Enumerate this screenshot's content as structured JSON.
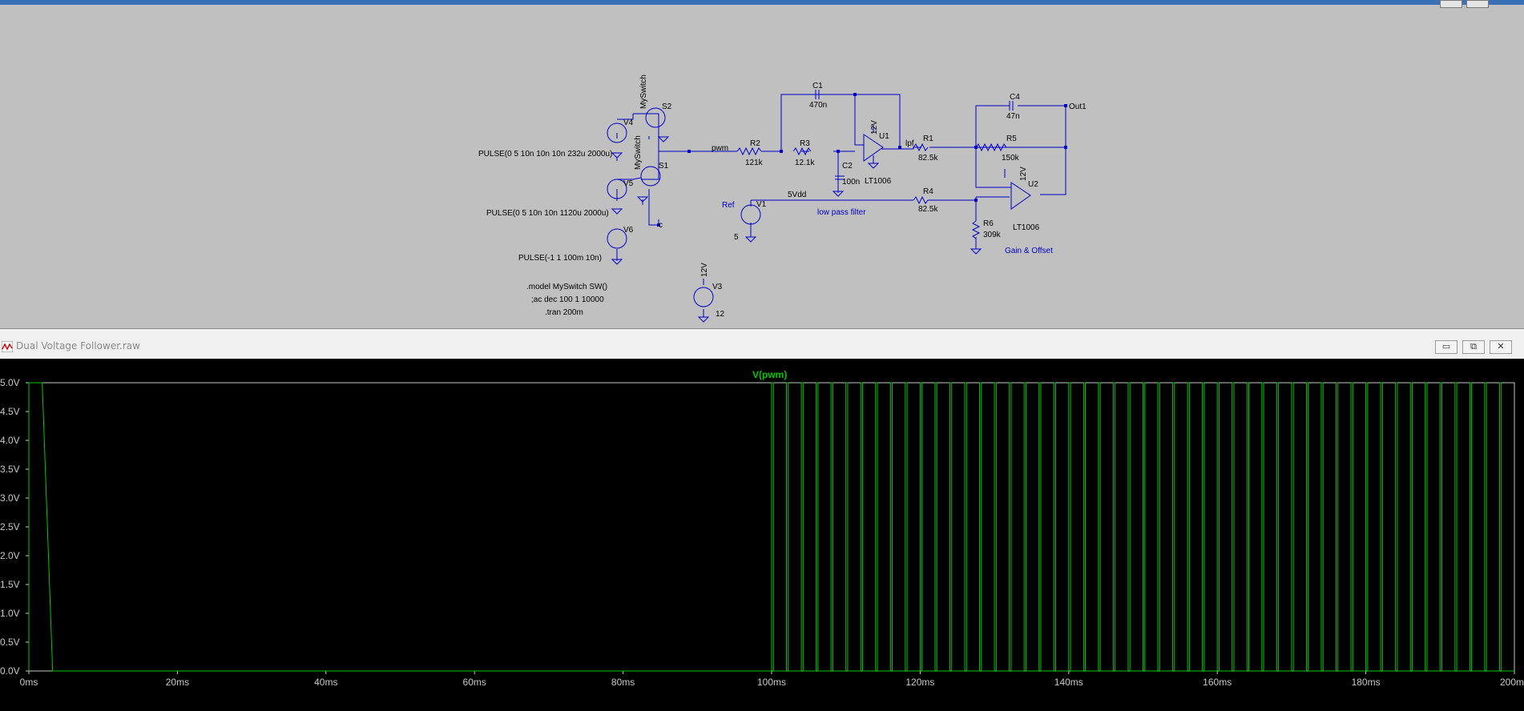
{
  "schematic": {
    "title_controls": [
      "minimize",
      "close"
    ],
    "labels": {
      "pulse_v4": "PULSE(0 5 10n 10n 10n 232u 2000u)",
      "pulse_v5": "PULSE(0 5 10n 10n 1120u 2000u)",
      "pulse_v6": "PULSE(-1 1 100m 10n)",
      "directive_model": ".model MySwitch SW()",
      "directive_ac": ";ac dec 100 1 10000",
      "directive_tran": ".tran 200m",
      "v4": "V4",
      "v5": "V5",
      "v6": "V6",
      "v1": "V1",
      "v3": "V3",
      "s1": "S1",
      "s2": "S2",
      "myswitch_top": "MySwitch",
      "myswitch_bottom": "MySwitch",
      "node_c": "c",
      "net_pwm": "pwm",
      "net_lpf": "lpf",
      "net_5vdd": "5Vdd",
      "r2": "R2",
      "r2_val": "121k",
      "r3": "R3",
      "r3_val": "12.1k",
      "r1": "R1",
      "r1_val": "82.5k",
      "r4": "R4",
      "r4_val": "82.5k",
      "r5": "R5",
      "r5_val": "150k",
      "r6": "R6",
      "r6_val": "309k",
      "c1": "C1",
      "c1_val": "470n",
      "c2": "C2",
      "c2_val": "100n",
      "c4": "C4",
      "c4_val": "47n",
      "u1": "U1",
      "u2": "U2",
      "lt1006_u1": "LT1006",
      "lt1006_u2": "LT1006",
      "rail_u1": "12V",
      "rail_u2": "12V",
      "rail_v3": "12V",
      "v1_val": "5",
      "v3_val": "12",
      "ref": "Ref",
      "low_pass_filter": "low pass filter",
      "gain_offset": "Gain & Offset",
      "out1": "Out1"
    }
  },
  "plot_window": {
    "title": "Dual Voltage Follower.raw",
    "buttons": {
      "minimize": "▭",
      "restore": "⧉",
      "close": "✕"
    }
  },
  "chart_data": {
    "type": "line",
    "title": "V(pwm)",
    "xlabel": "",
    "ylabel": "",
    "xlim": [
      0,
      200
    ],
    "ylim": [
      0,
      5
    ],
    "x_unit": "ms",
    "x_ticks": [
      "0ms",
      "20ms",
      "40ms",
      "60ms",
      "80ms",
      "100ms",
      "120ms",
      "140ms",
      "160ms",
      "180ms",
      "200ms"
    ],
    "y_ticks": [
      "0.0V",
      "0.5V",
      "1.0V",
      "1.5V",
      "2.0V",
      "2.5V",
      "3.0V",
      "3.5V",
      "4.0V",
      "4.5V",
      "5.0V"
    ],
    "grid": false,
    "series": [
      {
        "name": "V(pwm)",
        "color": "#00c800",
        "pulse_segments": [
          {
            "t_start": 0,
            "t_end": 1.8,
            "high": 5
          },
          {
            "t_end_fall": 3.2
          },
          {
            "periodic_from": 100,
            "period": 2,
            "high_width": 0.24,
            "to": 200,
            "high": 5,
            "low": 0
          }
        ]
      }
    ],
    "colors": {
      "background": "#000000",
      "axis": "#c8c8c8",
      "tick_text": "#c8c8c8",
      "trace": "#00c800"
    }
  }
}
